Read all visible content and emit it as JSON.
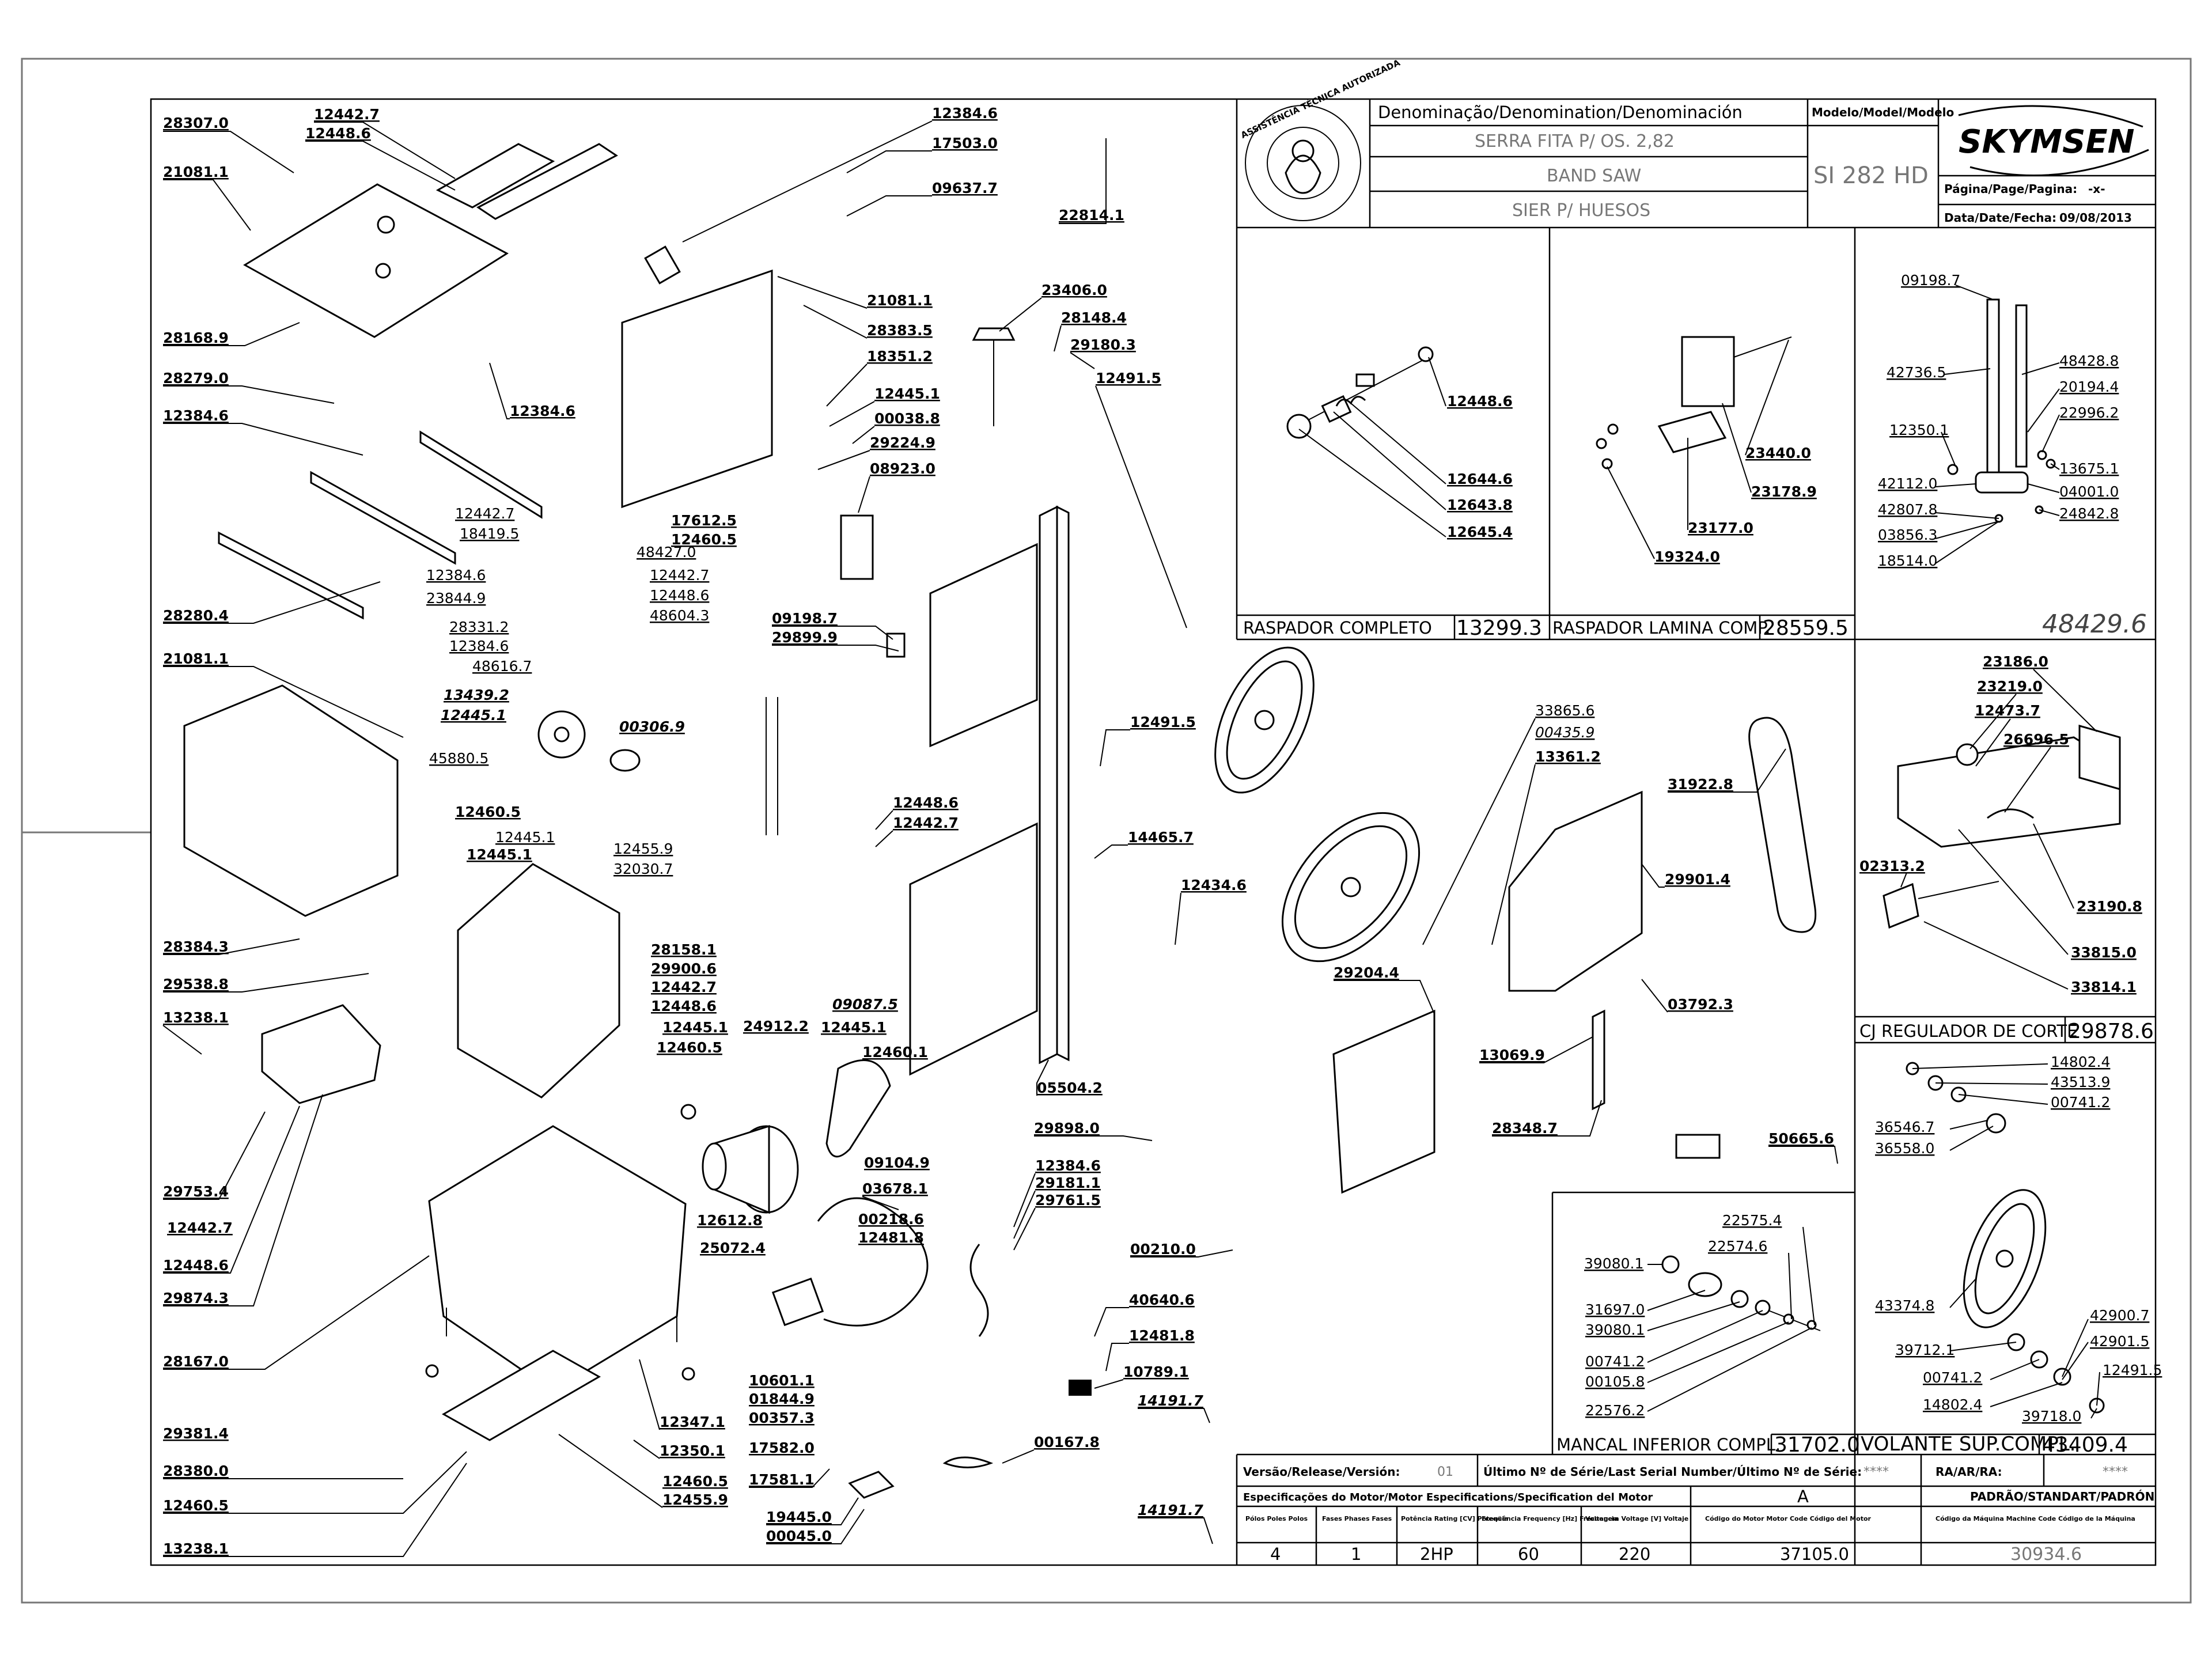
{
  "title_block": {
    "denomination_header": "Denominação/Denomination/Denominación",
    "model_header": "Modelo/Model/Modelo",
    "names": [
      "SERRA FITA P/ OS. 2,82",
      "BAND SAW",
      "SIER P/ HUESOS"
    ],
    "model": "SI 282 HD",
    "brand": "SKYMSEN",
    "seal_text": "ASSISTÊNCIA TÉCNICA AUTORIZADA",
    "page_label": "Página/Page/Pagina:",
    "page_value": "-x-",
    "date_label": "Data/Date/Fecha:",
    "date_value": "09/08/2013"
  },
  "subassemblies": [
    {
      "name": "RASPADOR COMPLETO",
      "code": "13299.3",
      "parts": [
        "12448.6",
        "12644.6",
        "12643.8",
        "12645.4"
      ]
    },
    {
      "name": "RASPADOR LAMINA COMP.",
      "code": "28559.5",
      "parts": [
        "23440.0",
        "23178.9",
        "23177.0",
        "19324.0"
      ]
    },
    {
      "name": "",
      "code": "48429.6",
      "parts": [
        "09198.7",
        "42736.5",
        "48428.8",
        "20194.4",
        "22996.2",
        "12350.1",
        "13675.1",
        "42112.0",
        "04001.0",
        "42807.8",
        "24842.8",
        "03856.3",
        "18514.0"
      ]
    },
    {
      "name": "CJ REGULADOR DE CORTE",
      "code": "29878.6",
      "parts": [
        "23186.0",
        "23219.0",
        "12473.7",
        "26696.5",
        "02313.2",
        "23190.8",
        "33815.0",
        "33814.1"
      ]
    },
    {
      "name": "MANCAL INFERIOR COMPL.",
      "code": "31702.0",
      "parts": [
        "22575.4",
        "22574.6",
        "39080.1",
        "31697.0",
        "39080.1",
        "00741.2",
        "00105.8",
        "22576.2"
      ]
    },
    {
      "name": "VOLANTE SUP.COMPL.",
      "code": "43409.4",
      "parts": [
        "14802.4",
        "43513.9",
        "00741.2",
        "36546.7",
        "36558.0",
        "43374.8",
        "42900.7",
        "42901.5",
        "39712.1",
        "00741.2",
        "12491.5",
        "14802.4",
        "39718.0"
      ]
    }
  ],
  "release": {
    "release_label": "Versão/Release/Versión:",
    "release_value": "01",
    "serial_label": "Último Nº de Série/Last Serial Number/Último Nº de Série:",
    "serial_value": "****",
    "ra_label": "RA/AR/RA:",
    "ra_value": "****"
  },
  "motor_spec": {
    "header": "Especificações do Motor/Motor Especifications/Specification del Motor",
    "variant": "A",
    "standard_header": "PADRÃO/STANDART/PADRÓN",
    "columns": [
      {
        "label": "Pólos Poles Polos",
        "value": "4"
      },
      {
        "label": "Fases Phases Fases",
        "value": "1"
      },
      {
        "label": "Potência Rating [CV] Potencia",
        "value": "2HP"
      },
      {
        "label": "Freqüência Frequency [Hz] Frecuencia",
        "value": "60"
      },
      {
        "label": "Voltagem Voltage [V] Voltaje",
        "value": "220"
      },
      {
        "label": "Código do Motor Motor Code Código del Motor",
        "value": "37105.0"
      },
      {
        "label": "Código da Máquina Machine Code Código de la Máquina",
        "value": "30934.6"
      }
    ]
  },
  "main_labels": [
    "28307.0",
    "12442.7",
    "12448.6",
    "12384.6",
    "17503.0",
    "09637.7",
    "22814.1",
    "21081.1",
    "28168.9",
    "12384.6",
    "28279.0",
    "12384.6",
    "21081.1",
    "28383.5",
    "18351.2",
    "12445.1",
    "00038.8",
    "29224.9",
    "08923.0",
    "23406.0",
    "28148.4",
    "29180.3",
    "12491.5",
    "12442.7",
    "18419.5",
    "48427.0",
    "12384.6",
    "12442.7",
    "23844.9",
    "12448.6",
    "28331.2",
    "48604.3",
    "12384.6",
    "48616.7",
    "17612.5",
    "12460.5",
    "28280.4",
    "09198.7",
    "29899.9",
    "21081.1",
    "13439.2",
    "12445.1",
    "00306.9",
    "45880.5",
    "12445.1",
    "12455.9",
    "32030.7",
    "33865.6",
    "00435.9",
    "13361.2",
    "31922.8",
    "12491.5",
    "12448.6",
    "12442.7",
    "14465.7",
    "12434.6",
    "29901.4",
    "12460.5",
    "12445.1",
    "28384.3",
    "28158.1",
    "29900.6",
    "12442.7",
    "12448.6",
    "29538.8",
    "12445.1",
    "12460.5",
    "24912.2",
    "12445.1",
    "09087.5",
    "12460.1",
    "13238.1",
    "29204.4",
    "03792.3",
    "13069.9",
    "05504.2",
    "29898.0",
    "28348.7",
    "29753.4",
    "12442.7",
    "12448.6",
    "29874.3",
    "09104.9",
    "03678.1",
    "12384.6",
    "29181.1",
    "29761.5",
    "12612.8",
    "00218.6",
    "12481.8",
    "25072.4",
    "00210.0",
    "50665.6",
    "28167.0",
    "40640.6",
    "12481.8",
    "10601.1",
    "10789.1",
    "01844.9",
    "14191.7",
    "00357.3",
    "29381.4",
    "12347.1",
    "17582.0",
    "12350.1",
    "28380.0",
    "12460.5",
    "17581.1",
    "00167.8",
    "12460.5",
    "12455.9",
    "19445.0",
    "00045.0",
    "13238.1",
    "14191.7"
  ]
}
